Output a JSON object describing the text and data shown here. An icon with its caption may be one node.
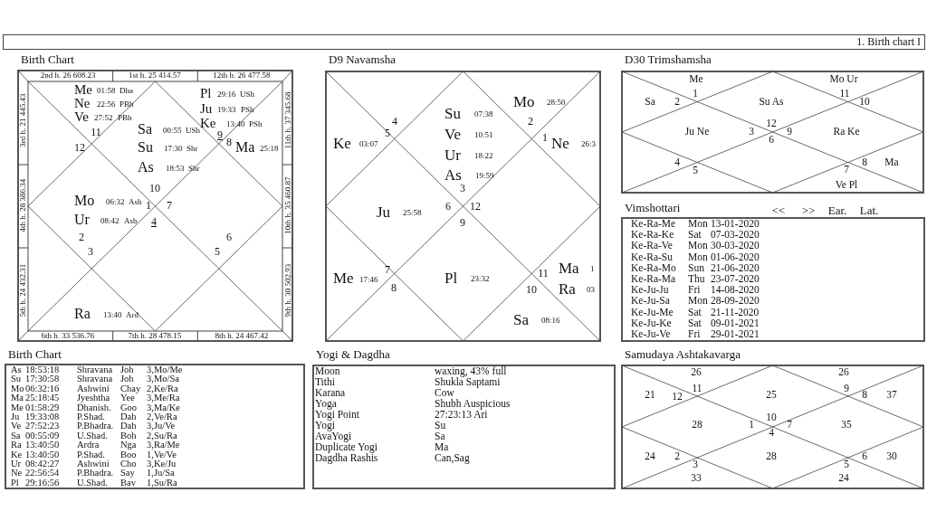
{
  "diagram": {
    "nodes": [
      {
        "text": [
          "1. Birth chart I"
        ]
      },
      {
        "text": [
          "Birth Chart"
        ]
      },
      {
        "text": [
          "D9 Navamsha"
        ]
      },
      {
        "text": [
          "D30 Trimshamsha"
        ]
      },
      {
        "text": [
          "Vimshottari"
        ]
      },
      {
        "text": [
          "Birth Chart"
        ]
      },
      {
        "text": [
          "Yogi & Dagdha"
        ]
      },
      {
        "text": [
          "Samudaya Ashtakavarga"
        ]
      }
    ],
    "edges": [],
    "labels": [
      "2nd h. 26 608.23",
      "1st h. 25 414.57",
      "12th h. 26 477.58",
      "3rd h. 21 445.43",
      "4th h. 28 386.34",
      "5th h. 24 432.31",
      "11th h. 37 345.68",
      "10th h. 35 460.87",
      "9th h. 30 502.93",
      "6th h. 33 536.76",
      "7th h. 28 478.15",
      "8th h. 24 467.42",
      "Me",
      "01:58",
      "Dha",
      "Ne",
      "22:56",
      "PBh",
      "Ve",
      "27:52",
      "PBh",
      "11",
      "12",
      "Sa",
      "00:55",
      "USh",
      "Su",
      "17:30",
      "Shr",
      "As",
      "18:53",
      "Shr",
      "Pl",
      "29:16",
      "USh",
      "Ju",
      "19:33",
      "PSh",
      "Ke",
      "9",
      "13:40",
      "PSh",
      "8",
      "Ma",
      "25:18",
      "10",
      "Mo",
      "06:32",
      "Asb",
      "1",
      "7",
      "Ur",
      "08:42",
      "Asb",
      "4",
      "2",
      "3",
      "6",
      "5",
      "Ra",
      "13:40",
      "Ard",
      "4",
      "5",
      "Ke",
      "03:07",
      "Su",
      "07:38",
      "Ve",
      "10:51",
      "Ur",
      "18:22",
      "As",
      "19:59",
      "3",
      "Mo",
      "28:50",
      "2",
      "1",
      "Ne",
      "26:3",
      "Ju",
      "25:58",
      "6",
      "12",
      "9",
      "Me",
      "7",
      "17:46",
      "8",
      "Pl",
      "23:32",
      "11",
      "10",
      "Ma",
      "1",
      "Ra",
      "03",
      "Sa",
      "08:16",
      "Me",
      "Mo Ur",
      "Sa",
      "2",
      "1",
      "Su As",
      "11",
      "10",
      "Ju Ne",
      "3",
      "12",
      "9",
      "6",
      "Ra Ke",
      "4",
      "5",
      "7",
      "8",
      "Ma",
      "Ve Pl",
      "<<",
      ">>",
      "Ear.",
      "Lat.",
      "Ke-Ra-Me",
      "Mon",
      "13-01-2020",
      "Ke-Ra-Ke",
      "Sat",
      "07-03-2020",
      "Ke-Ra-Ve",
      "Mon",
      "30-03-2020",
      "Ke-Ra-Su",
      "Mon",
      "01-06-2020",
      "Ke-Ra-Mo",
      "Sun",
      "21-06-2020",
      "Ke-Ra-Ma",
      "Thu",
      "23-07-2020",
      "Ke-Ju-Ju",
      "Fri",
      "14-08-2020",
      "Ke-Ju-Sa",
      "Mon",
      "28-09-2020",
      "Ke-Ju-Me",
      "Sat",
      "21-11-2020",
      "Ke-Ju-Ke",
      "Sat",
      "09-01-2021",
      "Ke-Ju-Ve",
      "Fri",
      "29-01-2021",
      "As",
      "18:53:18",
      "Shravana",
      "Joh",
      "3,Mo/Me",
      "Su",
      "17:30:58",
      "Shravana",
      "Joh",
      "3,Mo/Sa",
      "Mo",
      "06:32:16",
      "Ashwini",
      "Chay",
      "2,Ke/Ra",
      "Ma",
      "25:18:45",
      "Jyeshtha",
      "Yee",
      "3,Me/Ra",
      "Me",
      "01:58:29",
      "Dhanish.",
      "Goo",
      "3,Ma/Ke",
      "Ju",
      "19:33:08",
      "P.Shad.",
      "Dah",
      "2,Ve/Ra",
      "Ve",
      "27:52:23",
      "P.Bhadra.",
      "Dah",
      "3,Ju/Ve",
      "Sa",
      "00:55:09",
      "U.Shad.",
      "Boh",
      "2,Su/Ra",
      "Ra",
      "13:40:50",
      "Ardra",
      "Nga",
      "3,Ra/Me",
      "Ke",
      "13:40:50",
      "P.Shad.",
      "Boo",
      "1,Ve/Ve",
      "Ur",
      "08:42:27",
      "Ashwini",
      "Cho",
      "3,Ke/Ju",
      "Ne",
      "22:56:54",
      "P.Bhadra.",
      "Say",
      "1,Ju/Sa",
      "Pl",
      "29:16:56",
      "U.Shad.",
      "Bav",
      "1,Su/Ra",
      "Moon",
      "waxing, 43% full",
      "Tithi",
      "Shukla Saptami",
      "Karana",
      "Cow",
      "Yoga",
      "Shubh Auspicious",
      "Yogi Point",
      "27:23:13 Ari",
      "Yogi",
      "Su",
      "AvaYogi",
      "Sa",
      "Duplicate Yogi",
      "Ma",
      "Dagdha Rashis",
      "Can,Sag",
      "26",
      "26",
      "21",
      "12",
      "11",
      "25",
      "9",
      "8",
      "37",
      "28",
      "1",
      "10",
      "7",
      "4",
      "35",
      "24",
      "2",
      "3",
      "28",
      "5",
      "6",
      "30",
      "33",
      "24"
    ]
  }
}
